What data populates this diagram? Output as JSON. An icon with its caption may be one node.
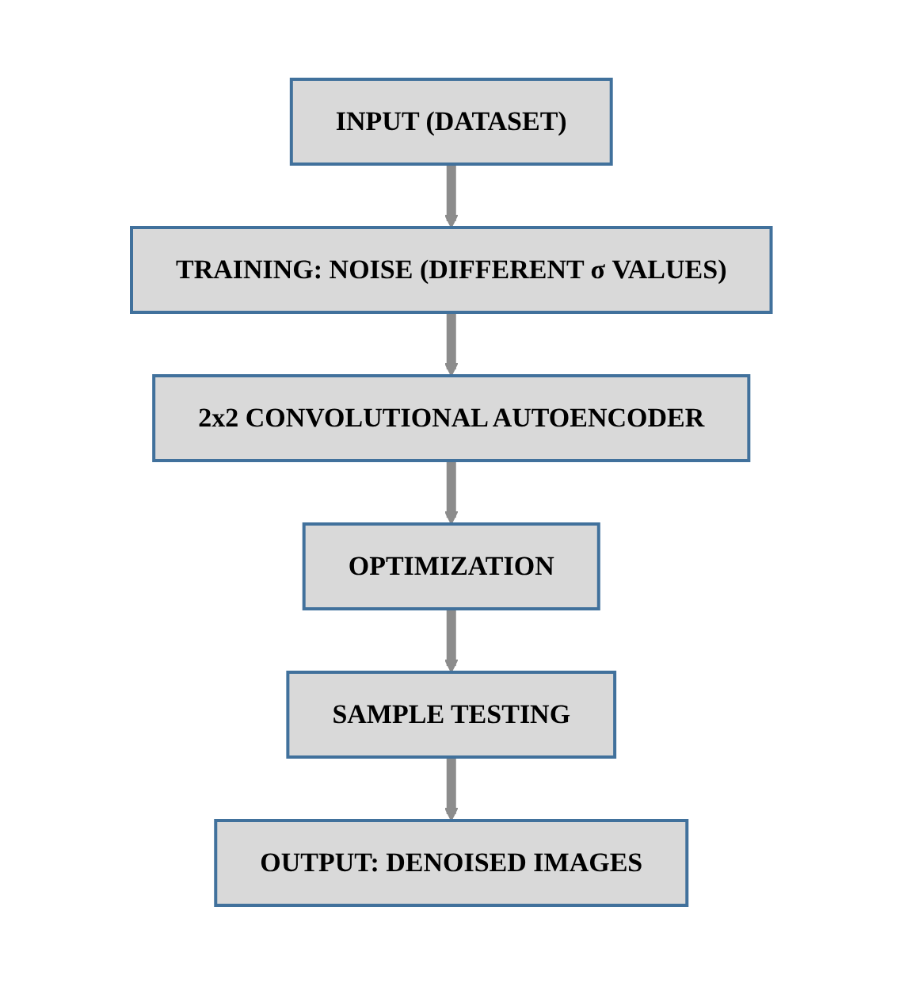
{
  "diagram": {
    "nodes": [
      {
        "text": [
          "INPUT (DATASET)"
        ]
      },
      {
        "text": [
          "TRAINING: NOISE (DIFFERENT σ VALUES)"
        ]
      },
      {
        "text": [
          "2x2 CONVOLUTIONAL AUTOENCODER"
        ]
      },
      {
        "text": [
          "OPTIMIZATION"
        ]
      },
      {
        "text": [
          "SAMPLE TESTING"
        ]
      },
      {
        "text": [
          "OUTPUT: DENOISED IMAGES"
        ]
      }
    ],
    "edges": [
      {
        "from": 0,
        "to": 1,
        "arrow": "to"
      },
      {
        "from": 1,
        "to": 2,
        "arrow": "to"
      },
      {
        "from": 2,
        "to": 3,
        "arrow": "to"
      },
      {
        "from": 3,
        "to": 4,
        "arrow": "to"
      },
      {
        "from": 4,
        "to": 5,
        "arrow": "to"
      }
    ]
  }
}
